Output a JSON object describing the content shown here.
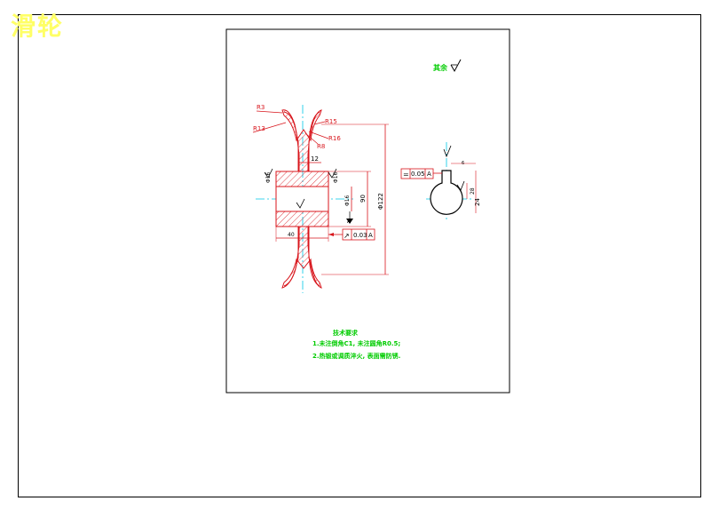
{
  "title": "滑轮",
  "roughness_note": "其余",
  "tech_req": {
    "heading": "技术要求",
    "line1": "1.未注倒角C1, 未注圆角R0.5;",
    "line2": "2.热锻或调质淬火, 表面需防锈."
  },
  "dims": {
    "r3": "R3",
    "r13": "R13",
    "r15": "R15",
    "r16": "R16",
    "r8": "R8",
    "w12": "12",
    "d40": "40",
    "d90": "90",
    "d122": "Φ122",
    "d16": "Φ16",
    "d28": "28",
    "d24": "24",
    "key6": "6",
    "tol_left": "Φ16",
    "tol_right": "Φ16"
  },
  "tolerance_runout": {
    "symbol": "↗",
    "value": "0.03",
    "datum": "A"
  },
  "tolerance_sym": {
    "symbol": "=",
    "value": "0.05",
    "datum": "A"
  },
  "datum_label": "A",
  "colors": {
    "frame": "#000000",
    "outline": "#d8141b",
    "hatch": "#d8141b",
    "center": "#00c8e6",
    "note": "#00cc00",
    "title": "#ffff66"
  }
}
